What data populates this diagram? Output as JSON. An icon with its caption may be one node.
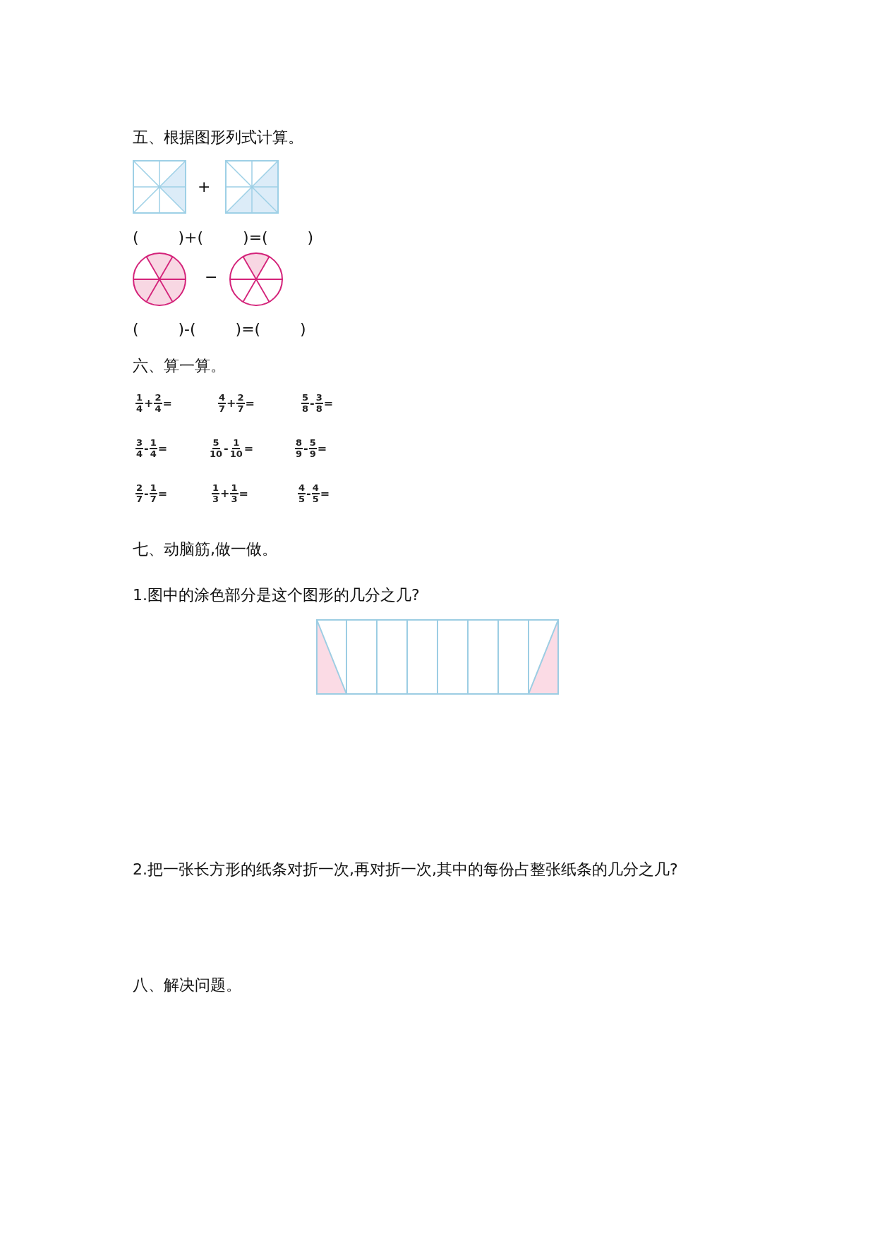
{
  "diagram": {
    "labels": [
      "五、根据图形列式计算。",
      "+",
      "(        )+(        )=(        )",
      "−",
      "(        )-(        )=(        )",
      "六、算一算。",
      "1",
      "4",
      "+",
      "2",
      "4",
      "=",
      "4",
      "7",
      "+",
      "2",
      "7",
      "=",
      "5",
      "8",
      "-",
      "3",
      "8",
      "=",
      "3",
      "4",
      "-",
      "1",
      "4",
      "=",
      "5",
      "10",
      "-",
      "1",
      "10",
      "=",
      "8",
      "9",
      "-",
      "5",
      "9",
      "=",
      "2",
      "7",
      "-",
      "1",
      "7",
      "=",
      "1",
      "3",
      "+",
      "1",
      "3",
      "=",
      "4",
      "5",
      "-",
      "4",
      "5",
      "=",
      "七、动脑筋,做一做。",
      "1.图中的涂色部分是这个图形的几分之几?",
      "2.把一张长方形的纸条对折一次,再对折一次,其中的每份占整张纸条的几分之几?",
      "八、解决问题。"
    ]
  }
}
